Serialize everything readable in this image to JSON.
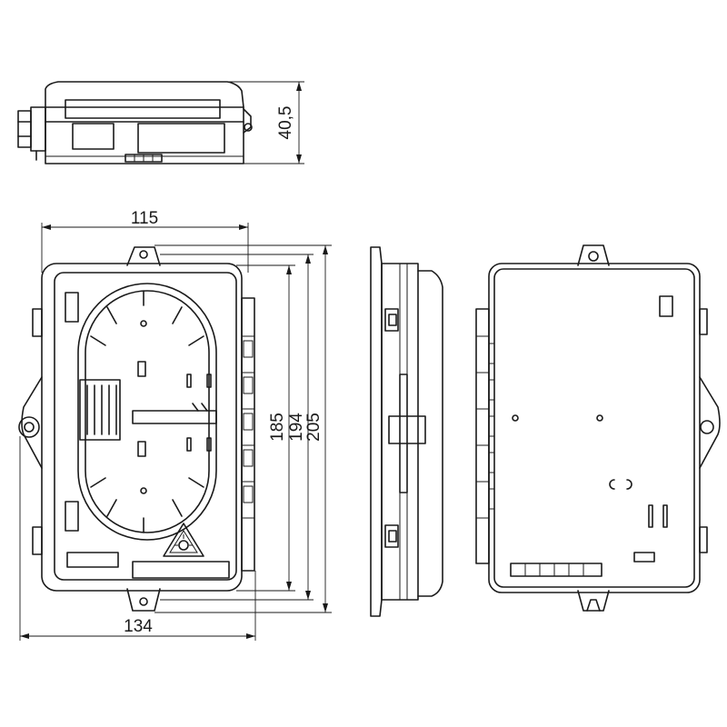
{
  "dimensions": {
    "height_top_view": "40,5",
    "width_inner": "115",
    "width_outer": "134",
    "height_inner": "185",
    "height_mid": "194",
    "height_outer": "205"
  }
}
